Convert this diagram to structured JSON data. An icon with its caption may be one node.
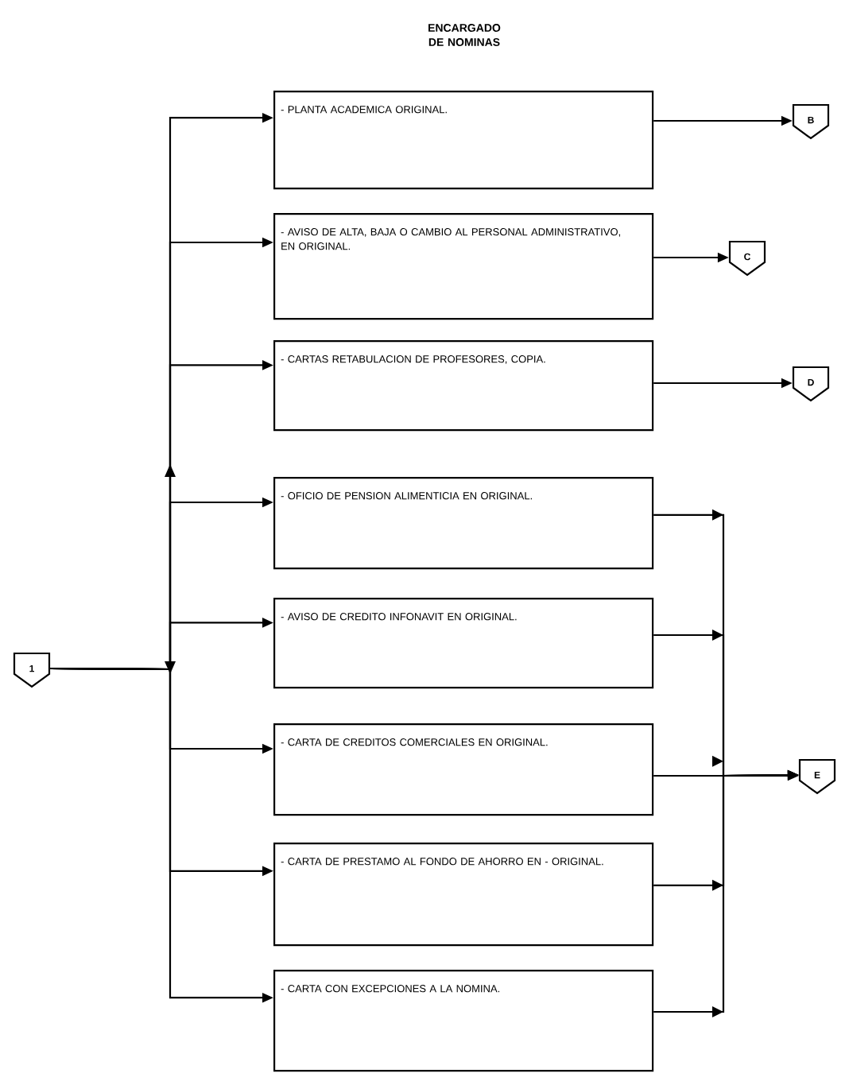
{
  "diagram": {
    "title": "ENCARGADO DE NOMINAS",
    "nodes": [
      {
        "text": [
          "1"
        ]
      },
      {
        "text": [
          "- PLANTA ACADEMICA ORIGINAL."
        ]
      },
      {
        "text": [
          "- AVISO DE ALTA, BAJA O CAMBIO AL PERSONAL ADMINISTRATIVO, EN ORIGINAL."
        ]
      },
      {
        "text": [
          "- CARTAS RETABULACION DE PROFESORES, COPIA."
        ]
      },
      {
        "text": [
          "- OFICIO DE PENSION ALIMENTICIA EN ORIGINAL."
        ]
      },
      {
        "text": [
          "- AVISO DE CREDITO INFONAVIT EN ORIGINAL."
        ]
      },
      {
        "text": [
          "- CARTA DE CREDITOS COMERCIALES EN ORIGINAL."
        ]
      },
      {
        "text": [
          "- CARTA DE PRESTAMO AL FONDO DE AHORRO EN - ORIGINAL."
        ]
      },
      {
        "text": [
          "- CARTA CON EXCEPCIONES A LA NOMINA."
        ]
      },
      {
        "text": [
          "B"
        ]
      },
      {
        "text": [
          "C"
        ]
      },
      {
        "text": [
          "D"
        ]
      },
      {
        "text": [
          "E"
        ]
      }
    ],
    "edges": [
      {
        "from": 0,
        "to": 1,
        "arrow": "to"
      },
      {
        "from": 0,
        "to": 2,
        "arrow": "to"
      },
      {
        "from": 0,
        "to": 3,
        "arrow": "to"
      },
      {
        "from": 0,
        "to": 4,
        "arrow": "to"
      },
      {
        "from": 0,
        "to": 5,
        "arrow": "to"
      },
      {
        "from": 0,
        "to": 6,
        "arrow": "to"
      },
      {
        "from": 0,
        "to": 7,
        "arrow": "to"
      },
      {
        "from": 0,
        "to": 8,
        "arrow": "to"
      },
      {
        "from": 1,
        "to": 9,
        "arrow": "to"
      },
      {
        "from": 2,
        "to": 10,
        "arrow": "to"
      },
      {
        "from": 3,
        "to": 11,
        "arrow": "to"
      },
      {
        "from": 4,
        "to": 12,
        "arrow": "to"
      },
      {
        "from": 5,
        "to": 12,
        "arrow": "to"
      },
      {
        "from": 6,
        "to": 12,
        "arrow": "to"
      },
      {
        "from": 7,
        "to": 12,
        "arrow": "to"
      },
      {
        "from": 8,
        "to": 12,
        "arrow": "to"
      }
    ]
  }
}
